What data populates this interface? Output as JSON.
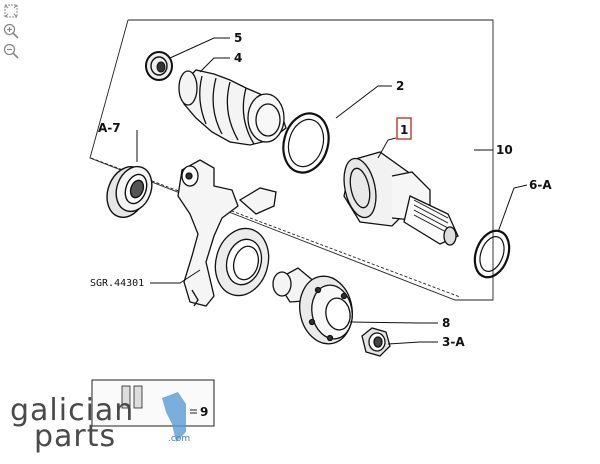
{
  "toolbar": {
    "items": [
      {
        "name": "fit-page-icon"
      },
      {
        "name": "zoom-in-icon"
      },
      {
        "name": "zoom-out-icon"
      }
    ]
  },
  "diagram": {
    "callouts": {
      "c5": "5",
      "c4": "4",
      "c2": "2",
      "c1": "1",
      "c10": "10",
      "cA7": "A-7",
      "c6A": "6-A",
      "cSGR": "SGR.44301",
      "c8": "8",
      "c3A": "3-A",
      "c9": "9"
    },
    "highlight_color": "#c0392b"
  },
  "watermark": {
    "line1": "galician",
    "line2": "parts",
    "suffix": ".com",
    "accent_color": "#3a7fc0"
  }
}
